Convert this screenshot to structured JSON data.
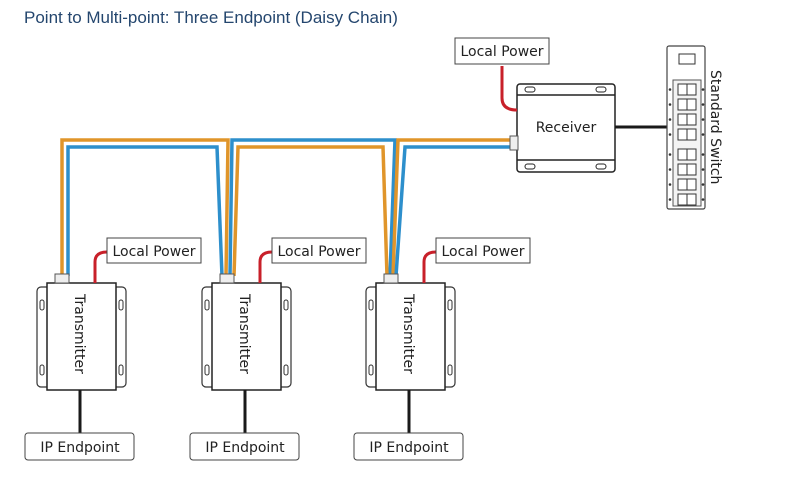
{
  "title": "Point to Multi-point: Three Endpoint (Daisy Chain)",
  "colors": {
    "title": "#24466e",
    "wire_orange": "#e0952a",
    "wire_blue": "#2d8fcc",
    "power_wire": "#c8202a",
    "ethernet": "#1a1a1a"
  },
  "receiver": {
    "label": "Receiver",
    "power_label": "Local Power"
  },
  "switch": {
    "label": "Standard Switch",
    "port_count": 8,
    "uplink_ports": 1
  },
  "transmitters": [
    {
      "label": "Transmitter",
      "power_label": "Local Power",
      "endpoint_label": "IP Endpoint"
    },
    {
      "label": "Transmitter",
      "power_label": "Local Power",
      "endpoint_label": "IP Endpoint"
    },
    {
      "label": "Transmitter",
      "power_label": "Local Power",
      "endpoint_label": "IP Endpoint"
    }
  ]
}
